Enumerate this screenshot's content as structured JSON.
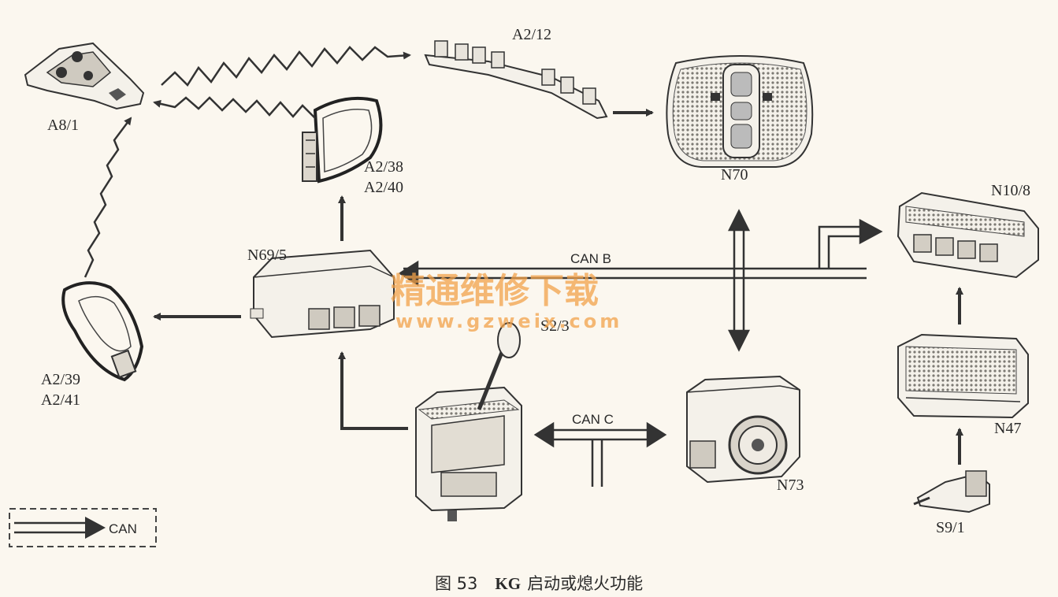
{
  "labels": {
    "a8_1": "A8/1",
    "a2_12": "A2/12",
    "a2_38": "A2/38",
    "a2_40": "A2/40",
    "n70": "N70",
    "n10_8": "N10/8",
    "n69_5": "N69/5",
    "a2_39": "A2/39",
    "a2_41": "A2/41",
    "s2_3": "S2/3",
    "n73": "N73",
    "n47": "N47",
    "s9_1": "S9/1"
  },
  "bus": {
    "can_b": "CAN B",
    "can_c": "CAN C"
  },
  "legend": {
    "label": "CAN"
  },
  "watermark": {
    "line1": "精通维修下载",
    "line2": "www.gzweix.com"
  },
  "caption": {
    "figure": "图 53",
    "code": "KG",
    "title": "启动或熄火功能"
  }
}
